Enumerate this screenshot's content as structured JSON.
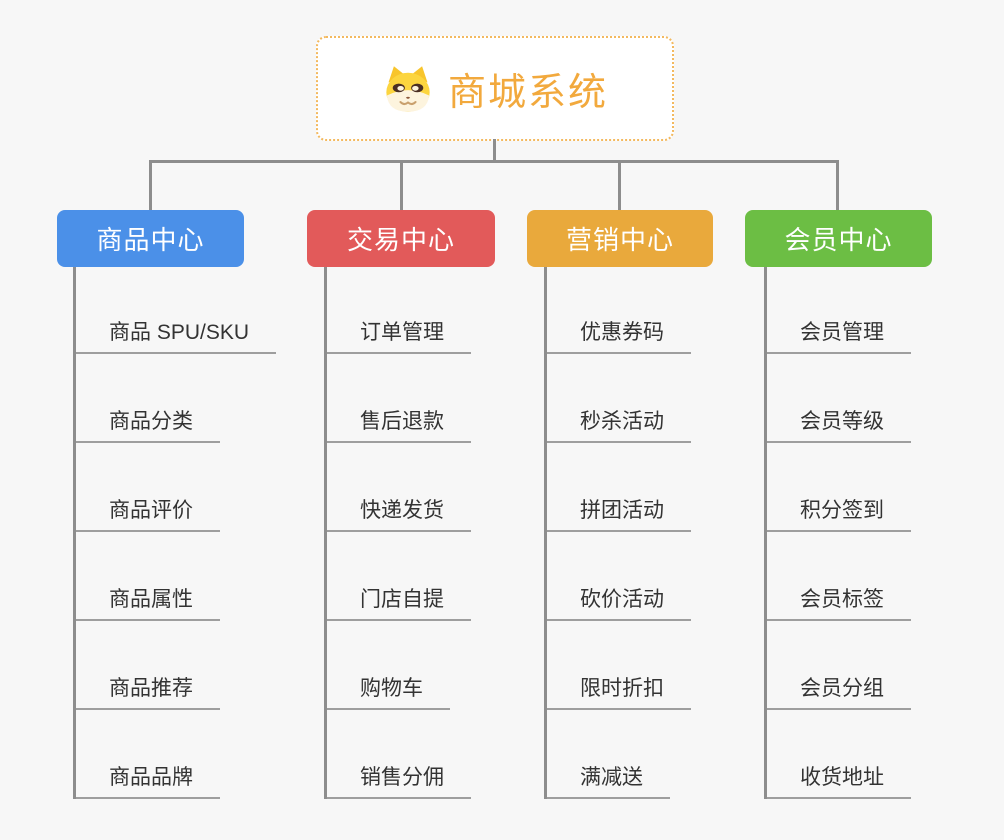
{
  "page": {
    "background": "#f7f7f7"
  },
  "root": {
    "title": "商城系统",
    "icon": "shiba-dog-icon",
    "text_color": "#f2a93d",
    "border_color": "#f3b95f"
  },
  "connectors": {
    "color": "#8d8d8d",
    "leaf_line_color": "#9e9e9e"
  },
  "branches": [
    {
      "label": "商品中心",
      "color": "#4b90e8",
      "children": [
        "商品 SPU/SKU",
        "商品分类",
        "商品评价",
        "商品属性",
        "商品推荐",
        "商品品牌"
      ]
    },
    {
      "label": "交易中心",
      "color": "#e25a5a",
      "children": [
        "订单管理",
        "售后退款",
        "快递发货",
        "门店自提",
        "购物车",
        "销售分佣"
      ]
    },
    {
      "label": "营销中心",
      "color": "#e9a93c",
      "children": [
        "优惠券码",
        "秒杀活动",
        "拼团活动",
        "砍价活动",
        "限时折扣",
        "满减送"
      ]
    },
    {
      "label": "会员中心",
      "color": "#6cbe44",
      "children": [
        "会员管理",
        "会员等级",
        "积分签到",
        "会员标签",
        "会员分组",
        "收货地址"
      ]
    }
  ]
}
